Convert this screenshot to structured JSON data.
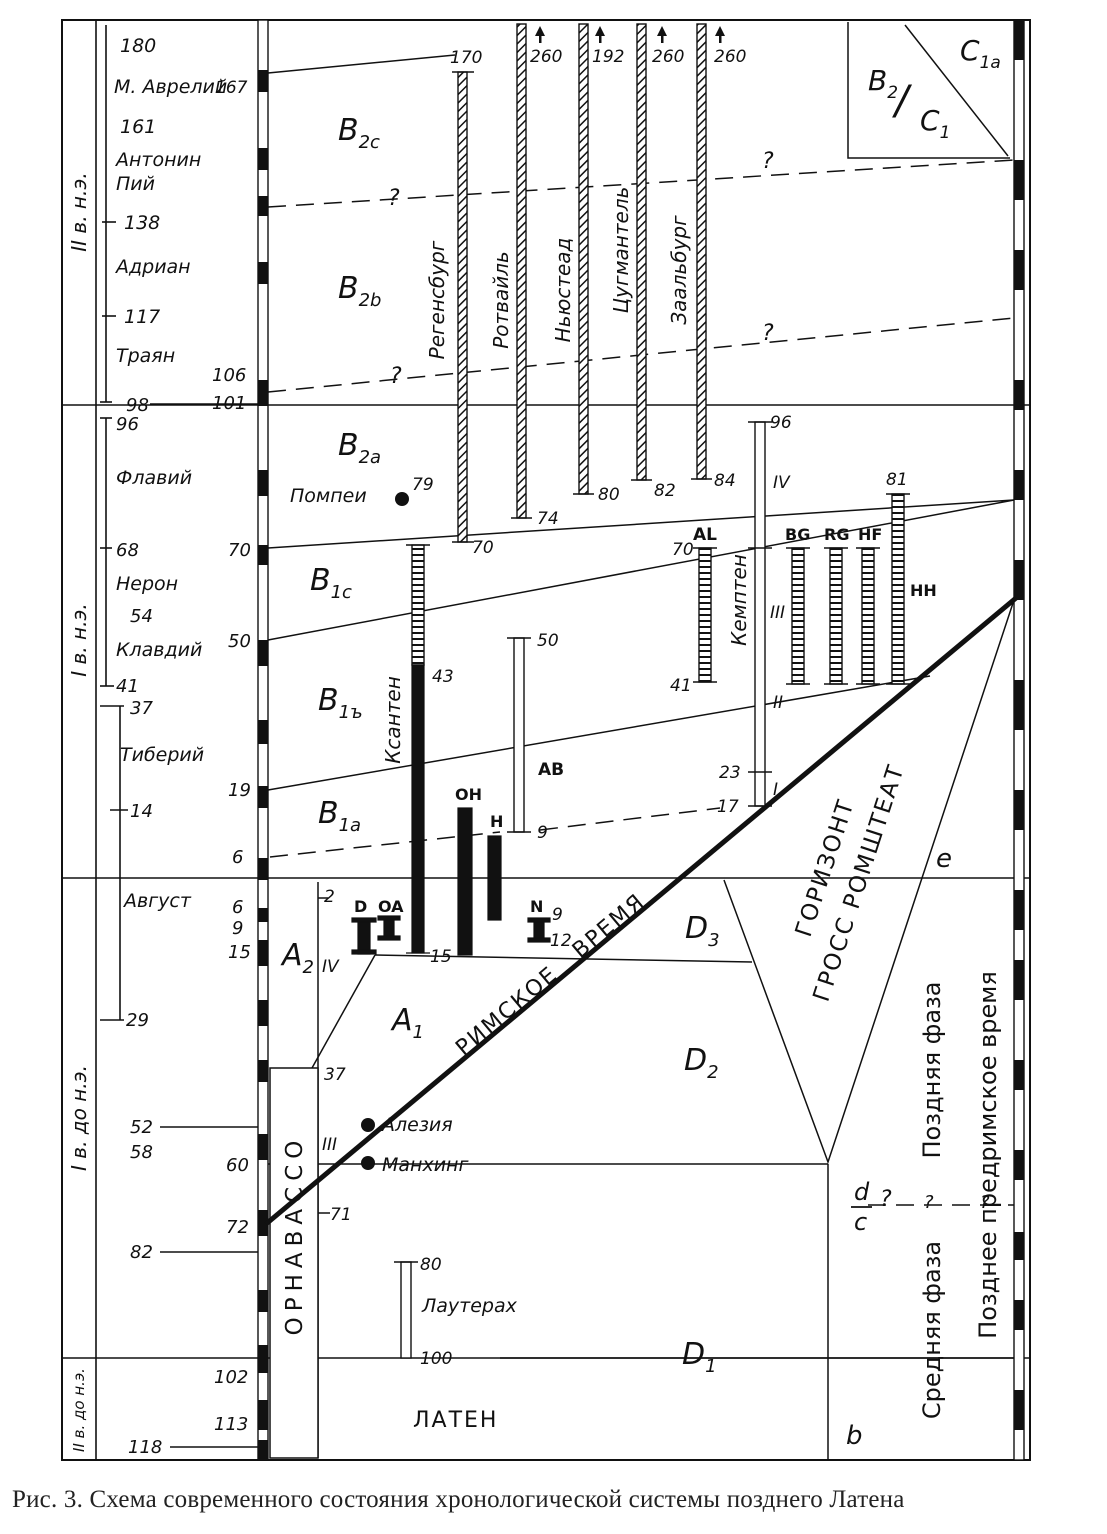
{
  "centuries": {
    "c2ad": "II в. н.э.",
    "c1ad": "I в. н.э.",
    "c1bc": "I в. до н.э.",
    "c2bc": "II в. до н.э."
  },
  "emperors": {
    "n180": "180",
    "aurelius": "М. Аврелий",
    "n161": "161",
    "antoninus1": "Антонин",
    "antoninus2": "Пий",
    "n138": "138",
    "hadrian": "Адриан",
    "n117": "117",
    "trajan": "Траян",
    "n98": "98",
    "n96": "96",
    "flavii": "Флавий",
    "n68": "68",
    "nero": "Нерон",
    "n54": "54",
    "claudius": "Клавдий",
    "n41": "41",
    "n37": "37",
    "tiberius": "Тиберий",
    "n14": "14",
    "augustus": "Август",
    "n29": "29",
    "n52": "52",
    "n58": "58",
    "n82": "82",
    "n118": "118"
  },
  "scale": {
    "s167": "167",
    "s106": "106",
    "s101": "101",
    "s70": "70",
    "s50": "50",
    "s19": "19",
    "s6": "6",
    "s6b": "6",
    "s9": "9",
    "s15": "15",
    "s60": "60",
    "s72": "72",
    "s102": "102",
    "s113": "113"
  },
  "phases": {
    "B2c": "B",
    "B2c_sub": "2c",
    "B2b": "B",
    "B2b_sub": "2b",
    "B2a": "B",
    "B2a_sub": "2a",
    "B1c": "B",
    "B1c_sub": "1c",
    "B1b": "B",
    "B1b_sub": "1ъ",
    "B1a": "B",
    "B1a_sub": "1a",
    "A2": "A",
    "A2_sub": "2",
    "A1": "A",
    "A1_sub": "1",
    "D3": "D",
    "D3_sub": "3",
    "D2": "D",
    "D2_sub": "2",
    "D1": "D",
    "D1_sub": "1",
    "B2": "B",
    "B2_sub": "2",
    "C1": "C",
    "C1_sub": "1",
    "C1a": "C",
    "C1a_sub": "1a",
    "slash": "/",
    "q": "?"
  },
  "sites": {
    "regensburg": "Регенсбург",
    "rotweil": "Ротвайль",
    "newstead": "Ньюстеад",
    "zugmantel": "Цугмантель",
    "saalburg": "Заальбург",
    "kempten": "Кемптен",
    "xanten": "Ксантен",
    "pompeii": "Помпеи",
    "alesia": "Алезия",
    "manching": "Манхинг",
    "lauterach": "Лаутерах",
    "ornavasso": "ОРНАВАССО",
    "laten": "ЛАТЕН",
    "roman_time": "РИМСКОЕ   ВРЕМЯ",
    "horizon1": "ГОРИЗОНТ",
    "horizon2": "ГРОСС РОМШТЕАТ",
    "late_phase": "Поздняя фаза",
    "middle_phase": "Средняя фаза",
    "late_preroman": "Позднее предримское время",
    "e": "e",
    "b": "b",
    "d": "d",
    "c": "c"
  },
  "bar_labels": {
    "r170": "170",
    "r260a": "260",
    "r260b": "260",
    "r192": "192",
    "r260c": "260",
    "r260d": "260",
    "r70a": "70",
    "r74": "74",
    "r80": "80",
    "r82": "82",
    "r84": "84",
    "k96": "96",
    "kIV": "IV",
    "kIII": "III",
    "kII": "II",
    "k23": "23",
    "kI": "I",
    "k17": "17",
    "AL": "AL",
    "al70": "70",
    "al41": "41",
    "BG": "BG",
    "RG": "RG",
    "HF": "HF",
    "HH": "HH",
    "h81": "81",
    "x43": "43",
    "x15": "15",
    "ab50": "50",
    "AB": "AB",
    "ab9": "9",
    "OH": "OH",
    "H": "H",
    "D": "D",
    "OA": "OA",
    "N": "N",
    "n9": "9",
    "n12": "12",
    "p79": "79",
    "o2": "2",
    "oIV": "IV",
    "o37": "37",
    "oIII": "III",
    "o71": "71",
    "l80": "80",
    "l100": "100"
  },
  "caption": "Рис. 3. Схема современного состояния хронологической системы позднего Латена"
}
